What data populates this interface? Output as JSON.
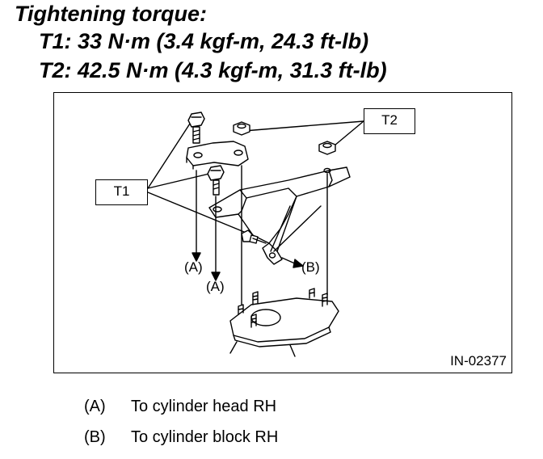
{
  "heading": {
    "title": "Tightening torque:",
    "t1": "T1: 33 N·m (3.4 kgf-m, 24.3 ft-lb)",
    "t2": "T2: 42.5 N·m (4.3 kgf-m, 31.3 ft-lb)"
  },
  "figure": {
    "callout_t1": "T1",
    "callout_t2": "T2",
    "label_a1": "(A)",
    "label_a2": "(A)",
    "label_b": "(B)",
    "code": "IN-02377"
  },
  "legend": [
    {
      "key": "(A)",
      "text": "To cylinder head RH"
    },
    {
      "key": "(B)",
      "text": "To cylinder block RH"
    }
  ]
}
